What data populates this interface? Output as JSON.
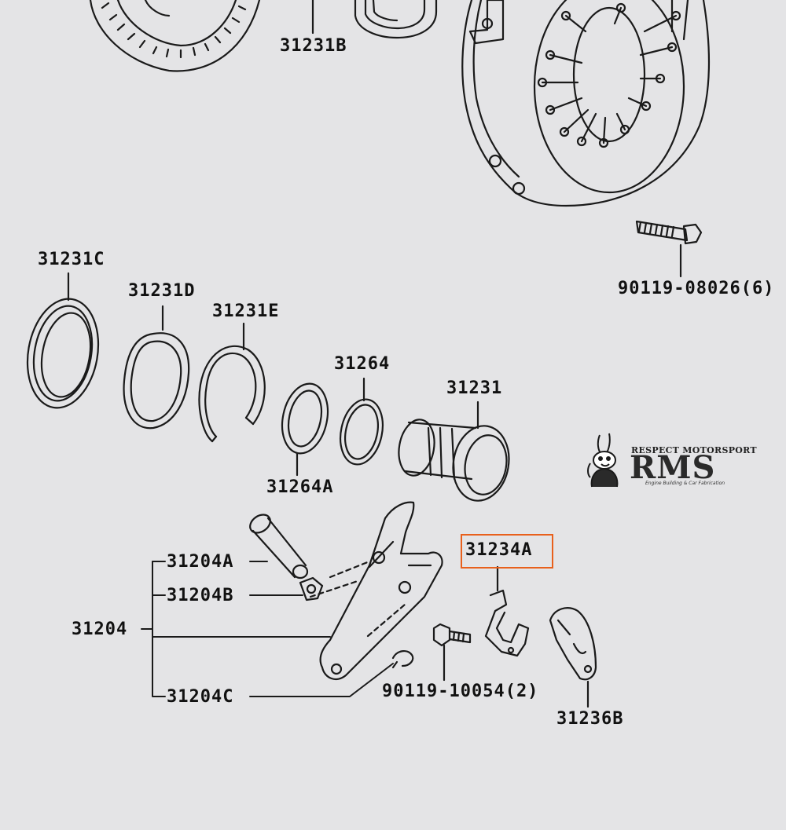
{
  "diagram": {
    "labels": {
      "p31231B": "31231B",
      "p90119_08026": "90119-08026(6)",
      "p31231C": "31231C",
      "p31231D": "31231D",
      "p31231E": "31231E",
      "p31264": "31264",
      "p31231": "31231",
      "p31264A": "31264A",
      "p31234A": "31234A",
      "p31204A": "31204A",
      "p31204B": "31204B",
      "p31204": "31204",
      "p31204C": "31204C",
      "p90119_10054": "90119-10054(2)",
      "p31236B": "31236B"
    },
    "highlight_color": "#e8601c"
  },
  "watermark": {
    "top_text": "RESPECT MOTORSPORT",
    "main_text": "RMS",
    "sub_text": "Engine Building & Car Fabrication"
  }
}
